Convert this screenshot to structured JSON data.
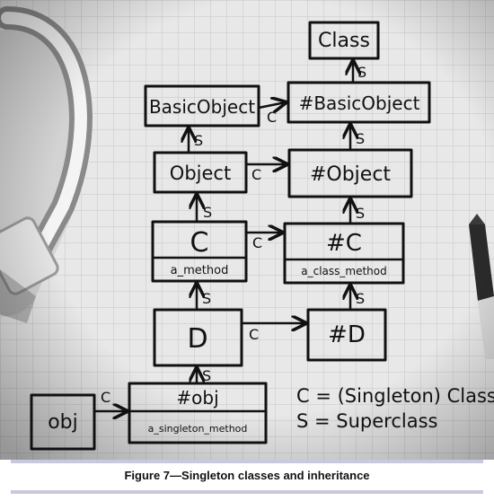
{
  "diagram": {
    "nodes": {
      "class": "Class",
      "basic_object": "BasicObject",
      "meta_basic_object": "#BasicObject",
      "object": "Object",
      "meta_object": "#Object",
      "c": "C",
      "c_method": "a_method",
      "meta_c": "#C",
      "meta_c_method": "a_class_method",
      "d": "D",
      "meta_d": "#D",
      "obj": "obj",
      "meta_obj": "#obj",
      "meta_obj_method": "a_singleton_method"
    },
    "edge_labels": {
      "singleton": "C",
      "superclass": "S"
    },
    "legend": {
      "line1": "C = (Singleton) Class",
      "line2": "S = Superclass"
    }
  },
  "caption": "Figure 7—Singleton classes and inheritance",
  "colors": {
    "paper": "#e9e9e9",
    "grid": "#c7c7c7",
    "ink": "#111111",
    "caption_rule": "#c9c9dd"
  }
}
